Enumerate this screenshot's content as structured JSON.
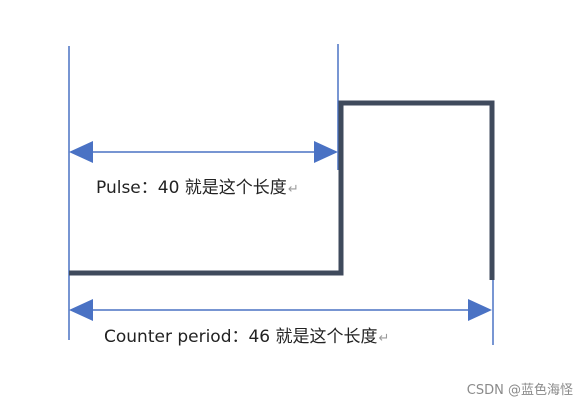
{
  "labels": {
    "pulse": "Pulse：40 就是这个长度",
    "period": "Counter period：46 就是这个长度",
    "return_mark": "↵"
  },
  "watermark": "CSDN @蓝色海怪",
  "colors": {
    "waveform": "#3f4a5c",
    "guide": "#4a72c4",
    "arrow": "#4a72c4",
    "text": "#222222",
    "watermark": "#8a8a8a"
  }
}
